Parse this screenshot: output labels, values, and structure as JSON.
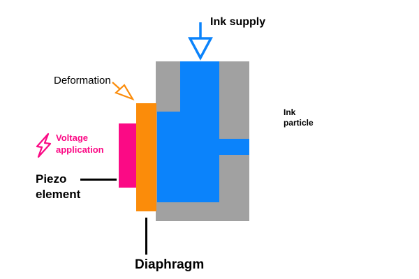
{
  "diagram": {
    "ink_supply_label": "Ink supply",
    "deformation_label": "Deformation",
    "voltage_label": [
      "Voltage",
      "application"
    ],
    "piezo_label": [
      "Piezo",
      "element"
    ],
    "diaphragm_label": "Diaphragm",
    "ink_particle_label": [
      "Ink",
      "particle"
    ]
  },
  "icons": {
    "ink_supply_arrow": "hollow-down-arrow",
    "deformation_arrow": "hollow-down-right-arrow",
    "voltage": "lightning-bolt"
  },
  "colors": {
    "background": "#ffffff",
    "ink_blue": "#0b83fb",
    "body_gray": "#a1a1a1",
    "diaphragm_orange": "#fb8c0a",
    "piezo_pink": "#fb0a85",
    "text_black": "#000000"
  }
}
